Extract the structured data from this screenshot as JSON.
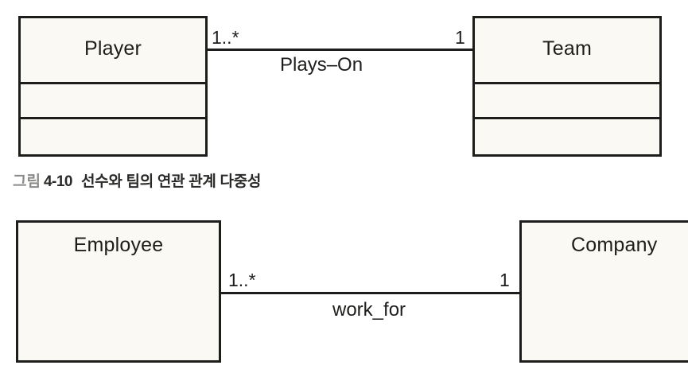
{
  "page": {
    "background": "#ffffff",
    "line_color": "#1d1d1b",
    "box_fill": "#faf9f3"
  },
  "diagrams": [
    {
      "id": "player-team",
      "left_class": {
        "name": "Player",
        "compartments": 3
      },
      "right_class": {
        "name": "Team",
        "compartments": 3
      },
      "association": {
        "label": "Plays–On",
        "left_multiplicity": "1..*",
        "right_multiplicity": "1"
      }
    },
    {
      "id": "employee-company",
      "left_class": {
        "name": "Employee",
        "compartments": 1
      },
      "right_class": {
        "name": "Company",
        "compartments": 1
      },
      "association": {
        "label": "work_for",
        "left_multiplicity": "1..*",
        "right_multiplicity": "1"
      }
    }
  ],
  "caption": {
    "word": "그림",
    "number": "4-10",
    "text": "선수와 팀의 연관 관계 다중성",
    "word_color": "#8a8a88",
    "text_color": "#2a2a28"
  }
}
